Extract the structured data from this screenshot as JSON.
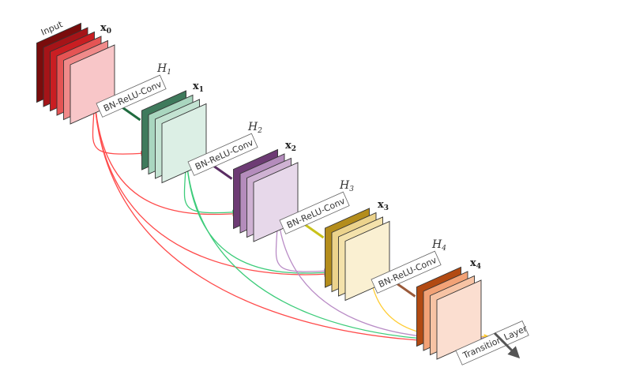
{
  "diagram": {
    "input_label": "Input",
    "stacks": [
      {
        "var": "x",
        "sub": "0",
        "colors": [
          "#7a0c0c",
          "#a51418",
          "#c91e22",
          "#e55454",
          "#f08a8a",
          "#f8c6c8"
        ]
      },
      {
        "var": "x",
        "sub": "1",
        "colors": [
          "#3f7a5c",
          "#a9d6bf",
          "#c3e3d2",
          "#dcefe5"
        ]
      },
      {
        "var": "x",
        "sub": "2",
        "colors": [
          "#6d3b74",
          "#b48cbc",
          "#cfb2d3",
          "#e7d8ea"
        ]
      },
      {
        "var": "x",
        "sub": "3",
        "colors": [
          "#b48d1c",
          "#ecd38c",
          "#f4e2ab",
          "#faf0d2"
        ]
      },
      {
        "var": "x",
        "sub": "4",
        "colors": [
          "#b24a12",
          "#f2a276",
          "#f7c3a4",
          "#fbded0"
        ]
      }
    ],
    "functions": [
      {
        "name": "H",
        "sub": "1",
        "box": "BN-ReLU-Conv",
        "arrow_color": "#1f6b3f"
      },
      {
        "name": "H",
        "sub": "2",
        "box": "BN-ReLU-Conv",
        "arrow_color": "#5a2d63"
      },
      {
        "name": "H",
        "sub": "3",
        "box": "BN-ReLU-Conv",
        "arrow_color": "#c9c21a"
      },
      {
        "name": "H",
        "sub": "4",
        "box": "BN-ReLU-Conv",
        "arrow_color": "#9a5a3a"
      }
    ],
    "transition_label": "Transition Layer",
    "connection_colors": [
      "#ff4b4b",
      "#3dcc7a",
      "#b98cc6",
      "#ffcc33"
    ]
  }
}
